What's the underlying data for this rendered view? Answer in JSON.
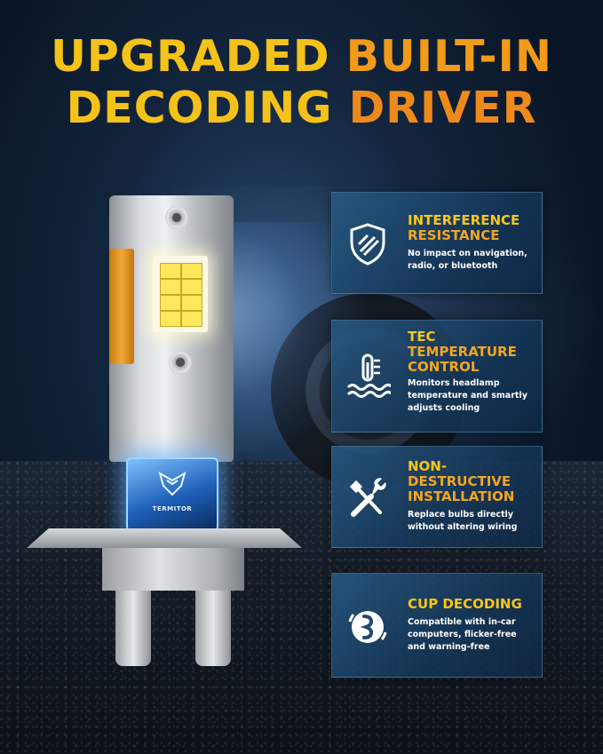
{
  "title": {
    "line1_a": "UPGRADED ",
    "line1_b": "BUILT-IN",
    "line2_a": "DECODING ",
    "line2_b": "DRIVER"
  },
  "chip": {
    "brand": "TERMITOR"
  },
  "features": [
    {
      "icon": "shield-icon",
      "title_line1": "INTERFERENCE",
      "title_line2": "RESISTANCE",
      "title_line3": "",
      "description": "No impact on navigation, radio, or bluetooth"
    },
    {
      "icon": "thermometer-icon",
      "title_line1": "TEC",
      "title_line2": "TEMPERATURE",
      "title_line3": "CONTROL",
      "description": "Monitors headlamp temperature and smartly adjusts cooling"
    },
    {
      "icon": "tools-icon",
      "title_line1": "NON-",
      "title_line2": "DESTRUCTIVE",
      "title_line3": "INSTALLATION",
      "description": "Replace bulbs directly without altering wiring"
    },
    {
      "icon": "decoder-icon",
      "title_line1": "CUP DECODING",
      "title_line2": "",
      "title_line3": "",
      "description": "Compatible with in-car computers, flicker-free and warning-free"
    }
  ],
  "colors": {
    "title_yellow": "#f5c21a",
    "title_orange": "#ee8a1c",
    "card_bg": "#1f4a72",
    "led_glow": "#fbf8e6",
    "chip_blue": "#1d5fb8"
  }
}
